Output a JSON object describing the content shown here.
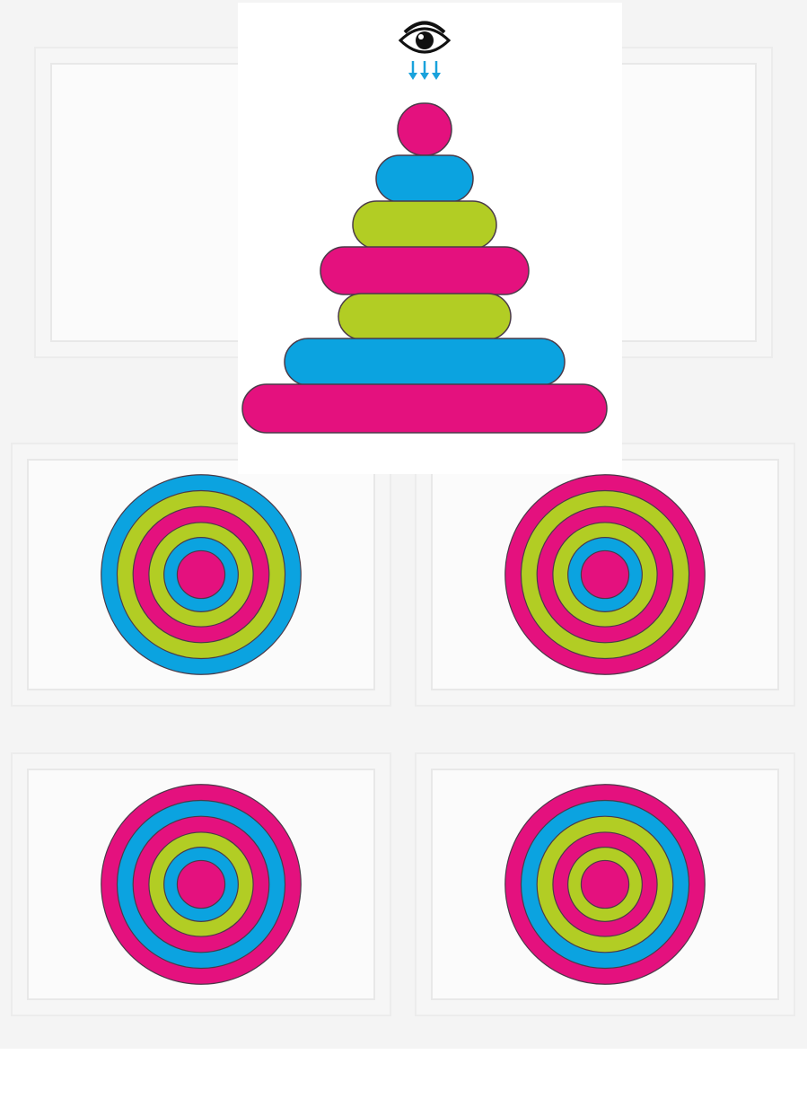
{
  "colors": {
    "pink": "#e4117e",
    "blue": "#0ba3e0",
    "green": "#b2cd24",
    "outline": "#4a3a48",
    "arrow": "#19a2dc",
    "eye": "#111111"
  },
  "pyramid": {
    "view_icon": "eye-icon",
    "arrow_icon": "down-arrows-icon",
    "rings_top_to_bottom": [
      "pink",
      "blue",
      "green",
      "pink",
      "green",
      "blue",
      "pink"
    ]
  },
  "options": [
    {
      "id": "a",
      "rings_outer_to_inner": [
        "blue",
        "green",
        "pink",
        "green",
        "blue",
        "pink"
      ]
    },
    {
      "id": "b",
      "rings_outer_to_inner": [
        "pink",
        "green",
        "pink",
        "green",
        "blue",
        "pink"
      ]
    },
    {
      "id": "c",
      "rings_outer_to_inner": [
        "pink",
        "blue",
        "pink",
        "green",
        "blue",
        "pink"
      ]
    },
    {
      "id": "d",
      "rings_outer_to_inner": [
        "pink",
        "blue",
        "green",
        "pink",
        "green",
        "pink"
      ]
    }
  ]
}
